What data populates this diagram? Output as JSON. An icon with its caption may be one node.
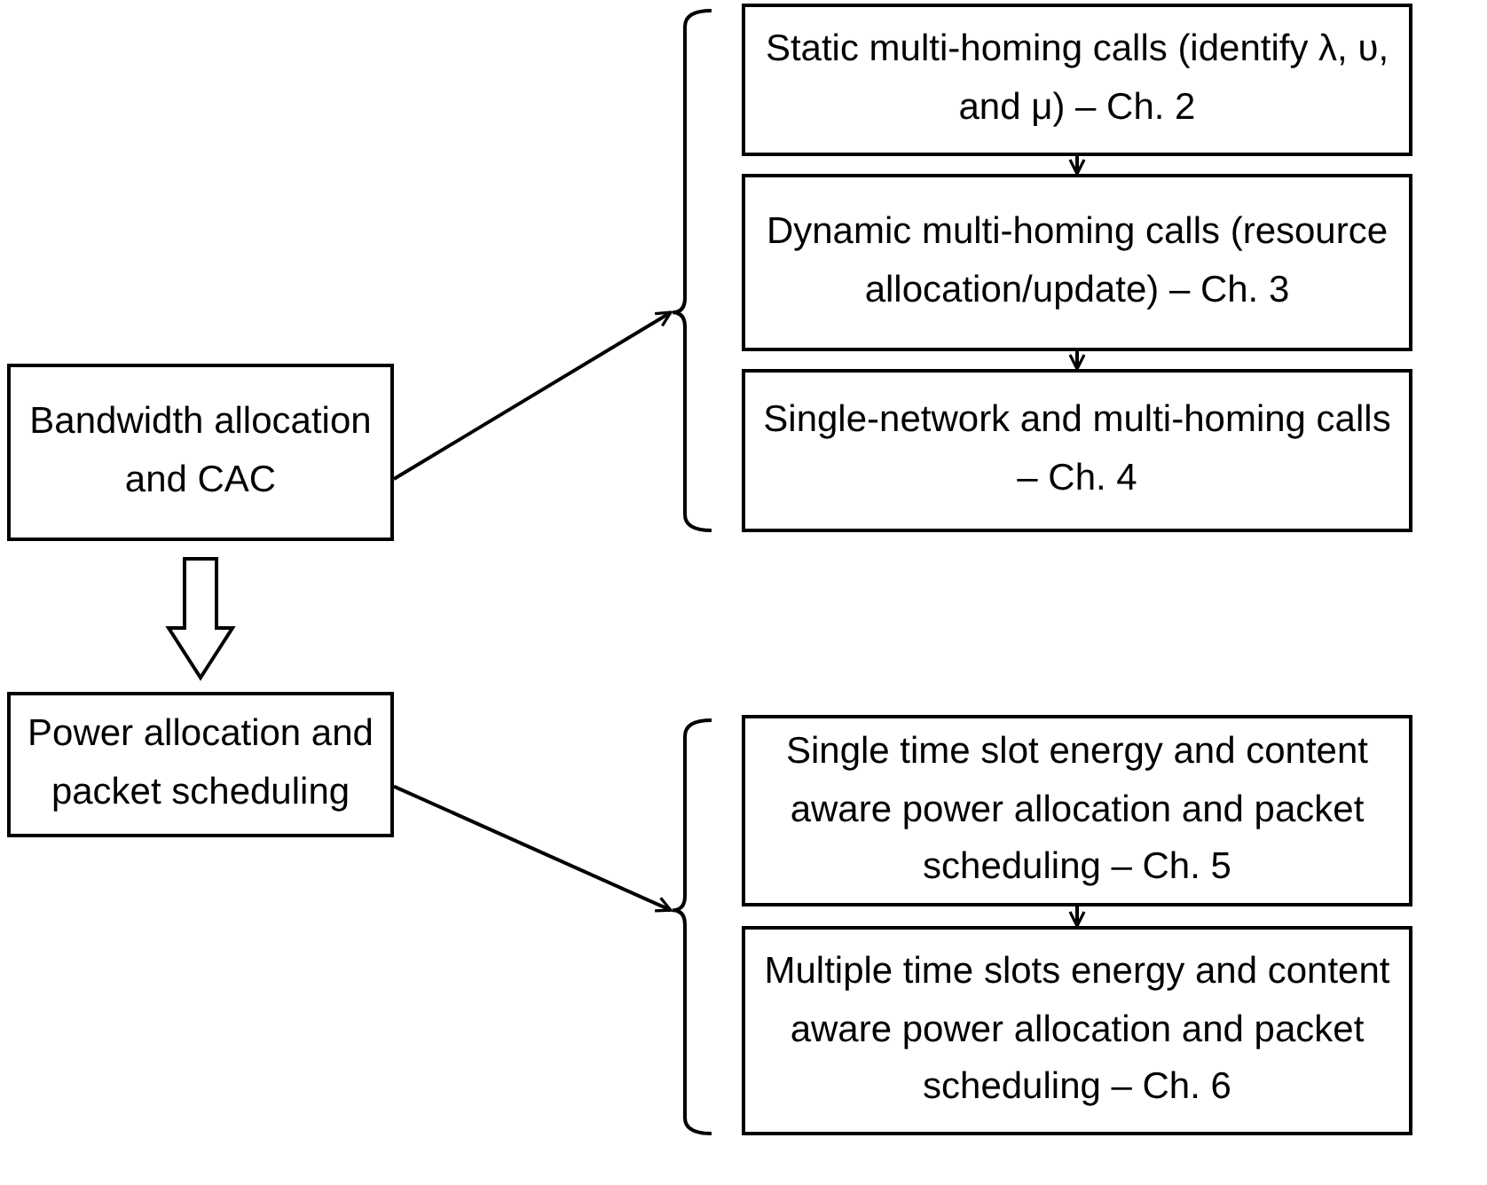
{
  "diagram": {
    "nodes": [
      {
        "text": [
          "Bandwidth allocation and CAC"
        ]
      },
      {
        "text": [
          "Power allocation and packet scheduling"
        ]
      },
      {
        "text": [],
        "shape": "bracket"
      },
      {
        "text": [
          "Static multi-homing calls (identify λ, υ, and μ) – Ch. 2"
        ]
      },
      {
        "text": [
          "Dynamic multi-homing calls (resource allocation/update) – Ch. 3"
        ]
      },
      {
        "text": [
          "Single-network and multi-homing calls – Ch. 4"
        ]
      },
      {
        "text": [],
        "shape": "bracket"
      },
      {
        "text": [
          "Single time slot energy and content aware power allocation and packet scheduling – Ch. 5"
        ]
      },
      {
        "text": [
          "Multiple time slots energy and content aware power allocation and packet scheduling – Ch. 6"
        ]
      }
    ],
    "edges": [
      {
        "from": 0,
        "to": 1,
        "arrow": "to",
        "style": "thick"
      },
      {
        "from": 0,
        "to": 2,
        "arrow": "to"
      },
      {
        "from": 1,
        "to": 6,
        "arrow": "to"
      },
      {
        "from": 3,
        "to": 4,
        "arrow": "to"
      },
      {
        "from": 4,
        "to": 5,
        "arrow": "to"
      },
      {
        "from": 7,
        "to": 8,
        "arrow": "to"
      }
    ]
  }
}
